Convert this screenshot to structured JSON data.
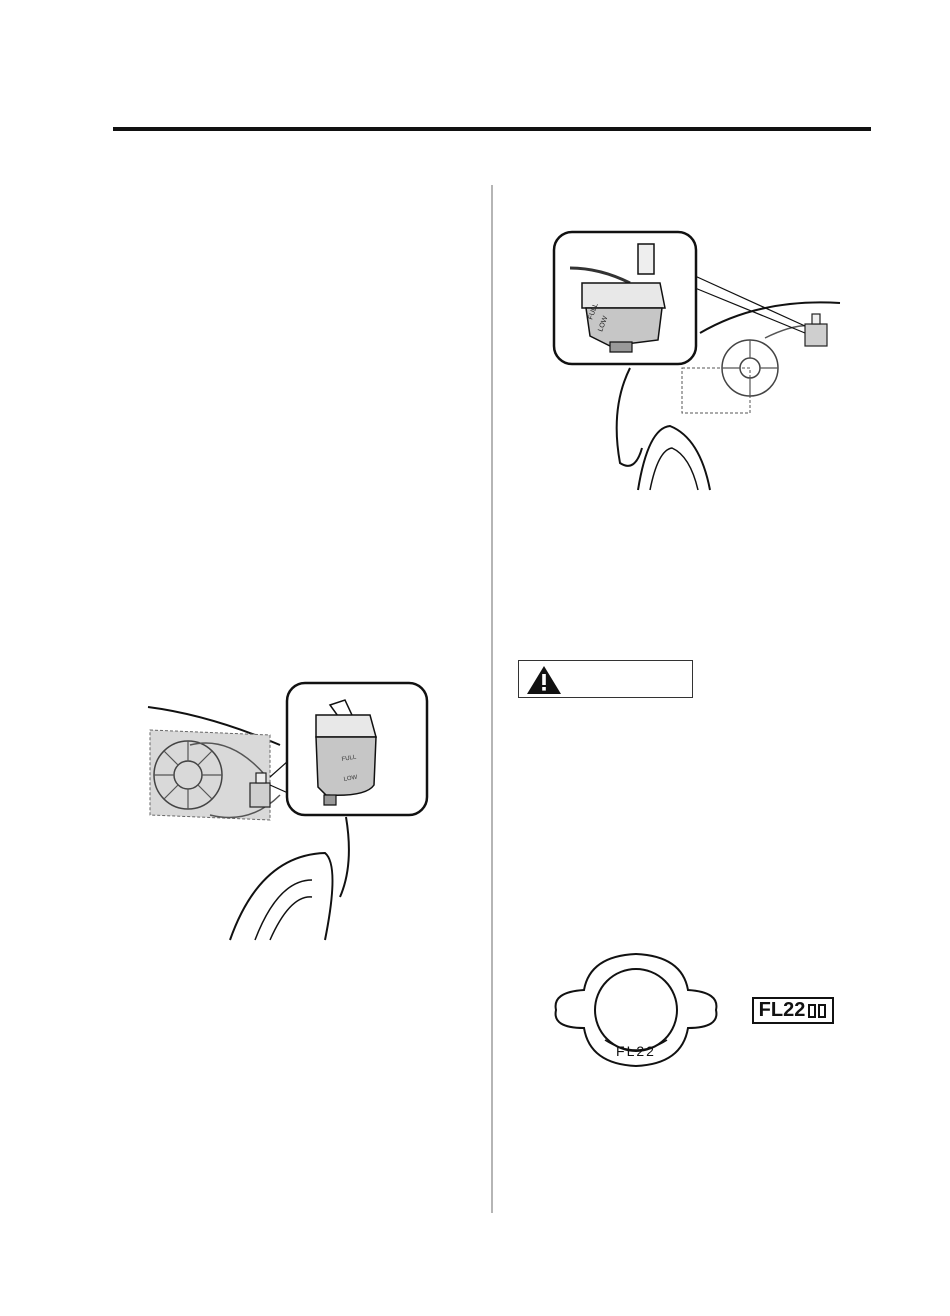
{
  "reservoir_labels": {
    "full": "FULL",
    "low": "LOW"
  },
  "cap": {
    "code": "FL22"
  },
  "icons": {
    "warning": "warning-triangle-icon",
    "manual": "open-book-icon"
  },
  "colors": {
    "ink": "#111111",
    "divider": "#b5b5b5",
    "shade": "#d9d9d9"
  }
}
